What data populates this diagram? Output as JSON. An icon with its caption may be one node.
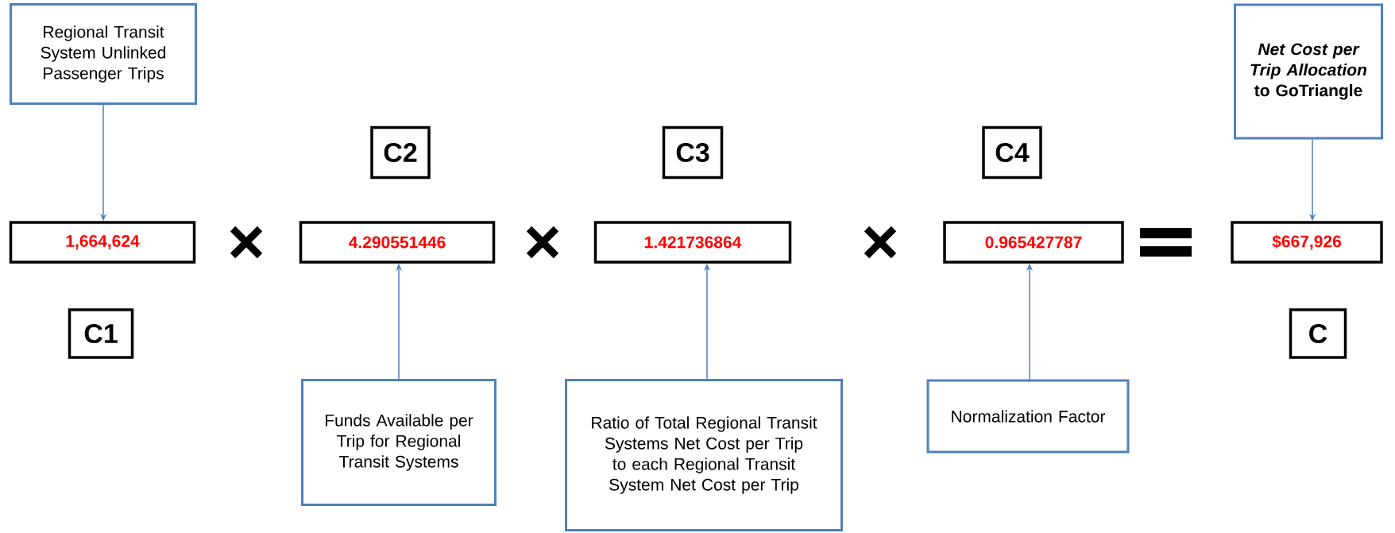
{
  "diagram": {
    "nodes": [
      {
        "text": [
          "Regional Transit System Unlinked Passenger Trips"
        ]
      },
      {
        "text": [
          "*Net Cost per Trip Allocation* to GoTriangle"
        ]
      },
      {
        "text": [
          "C2"
        ]
      },
      {
        "text": [
          "C3"
        ]
      },
      {
        "text": [
          "C4"
        ]
      },
      {
        "text": [
          "1,664,624"
        ]
      },
      {
        "text": [
          "4.290551446"
        ]
      },
      {
        "text": [
          "1.421736864"
        ]
      },
      {
        "text": [
          "0.965427787"
        ]
      },
      {
        "text": [
          "$667,926"
        ]
      },
      {
        "text": [
          "C1"
        ]
      },
      {
        "text": [
          "C"
        ]
      },
      {
        "text": [
          "Funds Available per Trip for Regional Transit Systems"
        ]
      },
      {
        "text": [
          "Ratio of Total Regional Transit Systems Net Cost per Trip to each Regional Transit System Net Cost per Trip"
        ]
      },
      {
        "text": [
          "Normalization Factor"
        ]
      }
    ],
    "edges": [
      {
        "from": 0,
        "to": 5,
        "arrow": "to"
      },
      {
        "from": 1,
        "to": 9,
        "arrow": "to"
      },
      {
        "from": 12,
        "to": 6,
        "arrow": "to"
      },
      {
        "from": 13,
        "to": 7,
        "arrow": "to"
      },
      {
        "from": 14,
        "to": 8,
        "arrow": "to"
      }
    ]
  }
}
